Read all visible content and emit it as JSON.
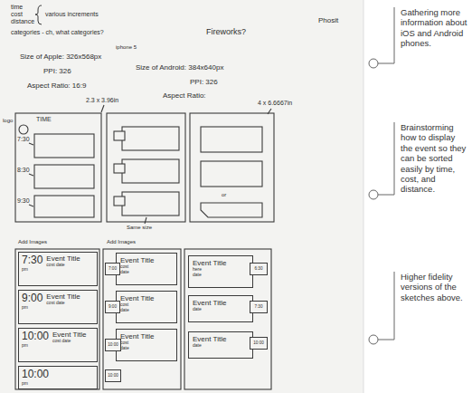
{
  "diagram": {
    "nodes": [
      {
        "text": [
          "7:30",
          "pm",
          "Event Title",
          "cost date"
        ]
      },
      {
        "text": [
          "9:00",
          "pm",
          "Event Title",
          "cost date"
        ]
      },
      {
        "text": [
          "10:00",
          "pm",
          "Event Title",
          "cost date"
        ]
      },
      {
        "text": [
          "10:00",
          "pm"
        ]
      },
      {
        "text": [
          "Event Title",
          "cost",
          "date"
        ]
      },
      {
        "text": [
          "7:00"
        ]
      },
      {
        "text": [
          "Event Title",
          "cost",
          "date"
        ]
      },
      {
        "text": [
          "9:00"
        ]
      },
      {
        "text": [
          "Event Title",
          "cost",
          "date"
        ]
      },
      {
        "text": [
          "10:00"
        ]
      },
      {
        "text": [
          "10:00"
        ]
      },
      {
        "text": [
          "Event Title",
          "here",
          "date"
        ]
      },
      {
        "text": [
          "6:30"
        ]
      },
      {
        "text": [
          "Event Title",
          "date"
        ]
      },
      {
        "text": [
          "7:30"
        ]
      },
      {
        "text": [
          "Event Title",
          "date"
        ]
      },
      {
        "text": [
          "10:00"
        ]
      }
    ],
    "labels": [
      "time",
      "cost",
      "distance",
      "various increments",
      "categories - ch, what categories?",
      "Fireworks?",
      "Phosit",
      "Size of Apple: 326x568px",
      "iphone 5",
      "PPI: 326",
      "Aspect Ratio: 16:9",
      "Size of Android: 384x640px",
      "PPI: 326",
      "Aspect Ratio:",
      "2.3 x 3.96in",
      "4 x 6.6667in",
      "logo",
      "TIME",
      "7:30",
      "8:30",
      "9:30",
      "Same size",
      "or",
      "Add Images",
      "Add Images",
      "Gathering more information about iOS and Android phones.",
      "Brainstorming how to display the event so they can be sorted easily by time, cost, and distance.",
      "Higher fidelity versions of the sketches above."
    ]
  }
}
